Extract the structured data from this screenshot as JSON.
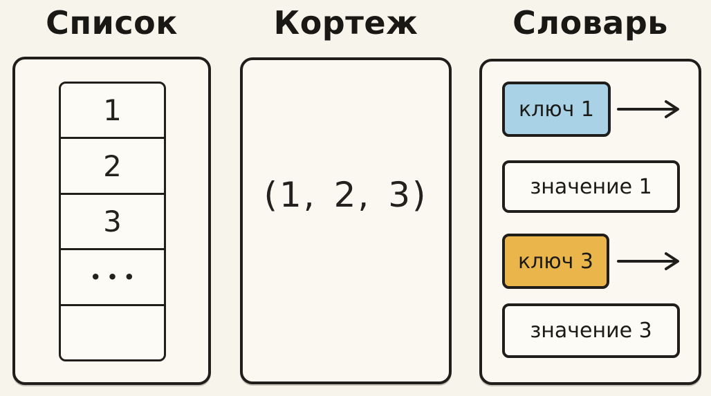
{
  "diagram": {
    "subject": "python-collections",
    "colors": {
      "background": "#f7f4ec",
      "ink": "#1f1e1b",
      "key1_fill": "#a9d2e7",
      "key3_fill": "#eab64b",
      "cell_fill": "#fdfbf6"
    },
    "list": {
      "title": "Список",
      "cells": [
        "1",
        "2",
        "3",
        "•••",
        ""
      ]
    },
    "tuple": {
      "title": "Кортеж",
      "value": "(1, 2, 3)"
    },
    "dict": {
      "title": "Словарь",
      "entries": [
        {
          "key": "ключ 1",
          "key_color": "#a9d2e7",
          "value": "значение 1"
        },
        {
          "key": "ключ 3",
          "key_color": "#eab64b",
          "value": "значение 3"
        }
      ]
    }
  }
}
